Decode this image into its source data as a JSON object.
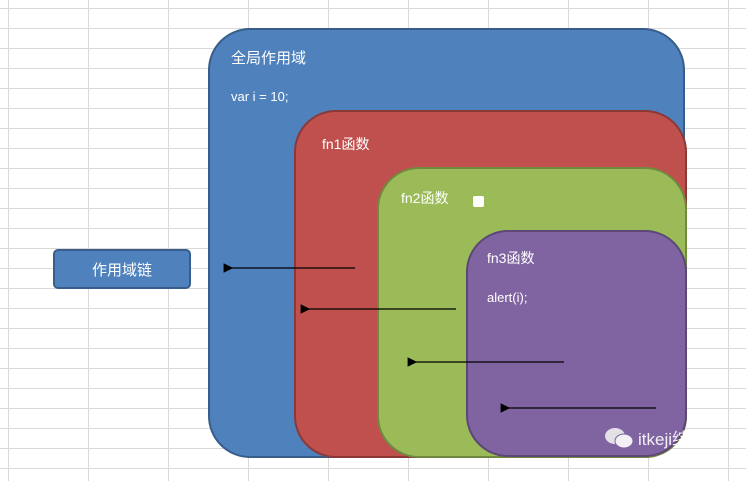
{
  "label_box": "作用域链",
  "global": {
    "title": "全局作用域",
    "code": "var i = 10;",
    "color": "#4f81bd"
  },
  "fn1": {
    "title": "fn1函数",
    "color": "#c0504d"
  },
  "fn2": {
    "title": "fn2函数",
    "color": "#9bbb59"
  },
  "fn3": {
    "title": "fn3函数",
    "code": "alert(i);",
    "color": "#8064a2"
  },
  "watermark": "itkeji综合"
}
